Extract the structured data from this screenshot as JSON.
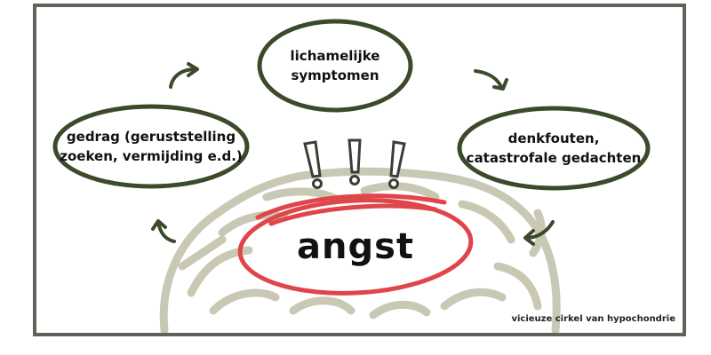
{
  "diagram": {
    "nodes": {
      "top": {
        "line1": "lichamelijke",
        "line2": "symptomen"
      },
      "right": {
        "line1": "denkfouten,",
        "line2": "catastrofale gedachten"
      },
      "left": {
        "line1": "gedrag (geruststelling",
        "line2": "zoeken, vermijding e.d.)"
      }
    },
    "center": "angst",
    "caption": "vicieuze cirkel van hypochondrie",
    "colors": {
      "ellipse_stroke": "#3c4a2c",
      "arrow": "#3c4a2c",
      "brain": "#c9c8b4",
      "highlight_circle": "#e0454a",
      "frame": "#5e6259",
      "exclamation": "#3c3f37"
    },
    "icons": [
      "brain-illustration",
      "exclamation-icon",
      "curved-arrow-icon"
    ]
  }
}
